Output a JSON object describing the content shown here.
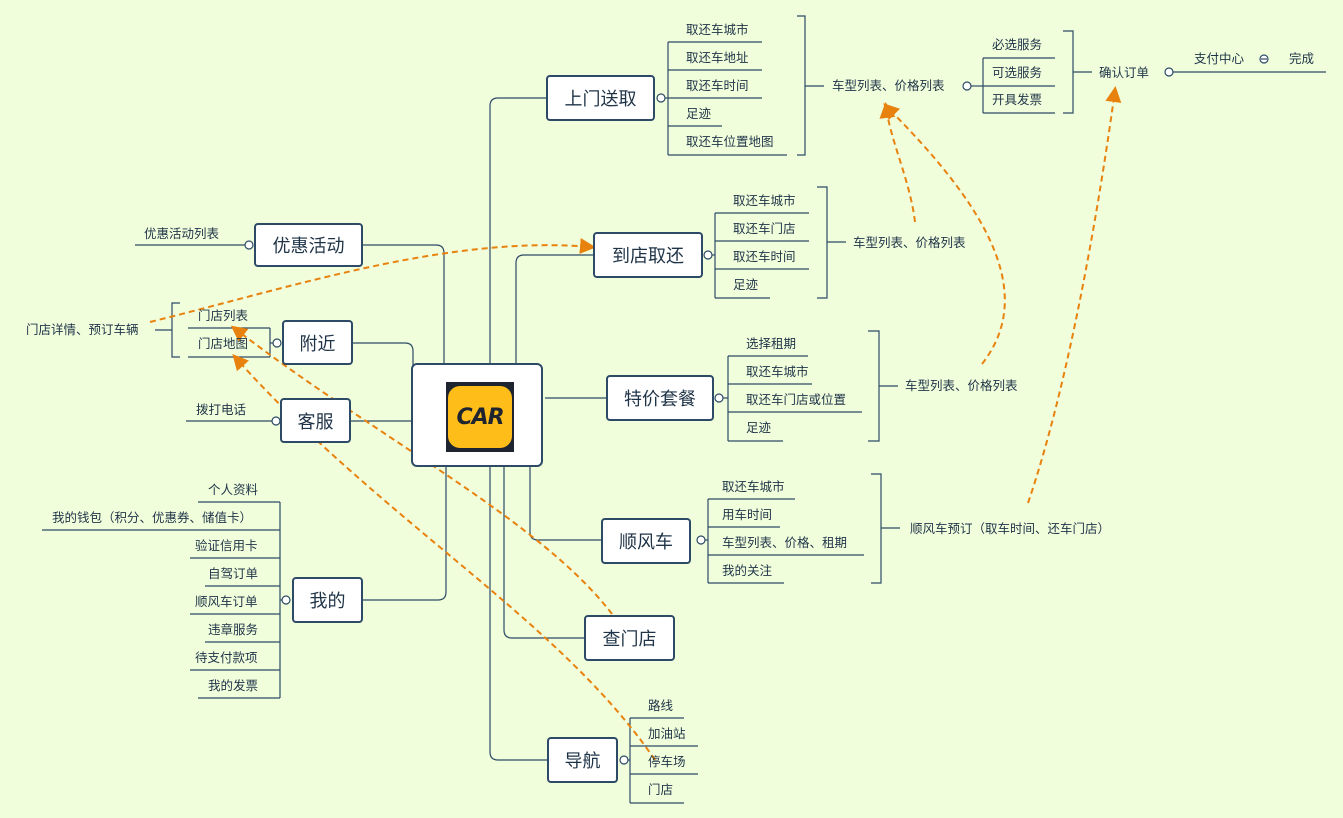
{
  "center": {
    "logo_text": "CAR"
  },
  "branches": {
    "door_delivery": "上门送取",
    "store_pickup": "到店取还",
    "special_offer": "特价套餐",
    "ride_share": "顺风车",
    "find_store": "查门店",
    "navigation": "导航",
    "promotions": "优惠活动",
    "nearby": "附近",
    "customer_service": "客服",
    "mine": "我的"
  },
  "door_delivery": {
    "items": [
      "取还车城市",
      "取还车地址",
      "取还车时间",
      "足迹",
      "取还车位置地图"
    ],
    "next": "车型列表、价格列表",
    "services": [
      "必选服务",
      "可选服务",
      "开具发票"
    ],
    "confirm": "确认订单",
    "pay": "支付中心",
    "done": "完成"
  },
  "store_pickup": {
    "items": [
      "取还车城市",
      "取还车门店",
      "取还车时间",
      "足迹"
    ],
    "next": "车型列表、价格列表"
  },
  "special_offer": {
    "items": [
      "选择租期",
      "取还车城市",
      "取还车门店或位置",
      "足迹"
    ],
    "next": "车型列表、价格列表"
  },
  "ride_share": {
    "items": [
      "取还车城市",
      "用车时间",
      "车型列表、价格、租期",
      "我的关注"
    ],
    "next": "顺风车预订（取车时间、还车门店）"
  },
  "navigation": {
    "items": [
      "路线",
      "加油站",
      "停车场",
      "门店"
    ]
  },
  "promotions": {
    "items": [
      "优惠活动列表"
    ]
  },
  "nearby": {
    "items": [
      "门店列表",
      "门店地图"
    ],
    "detail": "门店详情、预订车辆"
  },
  "customer_service": {
    "items": [
      "拨打电话"
    ]
  },
  "mine": {
    "items": [
      "个人资料",
      "我的钱包（积分、优惠券、储值卡）",
      "验证信用卡",
      "自驾订单",
      "顺风车订单",
      "违章服务",
      "待支付款项",
      "我的发票"
    ]
  },
  "colors": {
    "background": "#f0fedc",
    "line": "#2d4a66",
    "arrow": "#e8820e",
    "logo": "#ffbd1a"
  }
}
